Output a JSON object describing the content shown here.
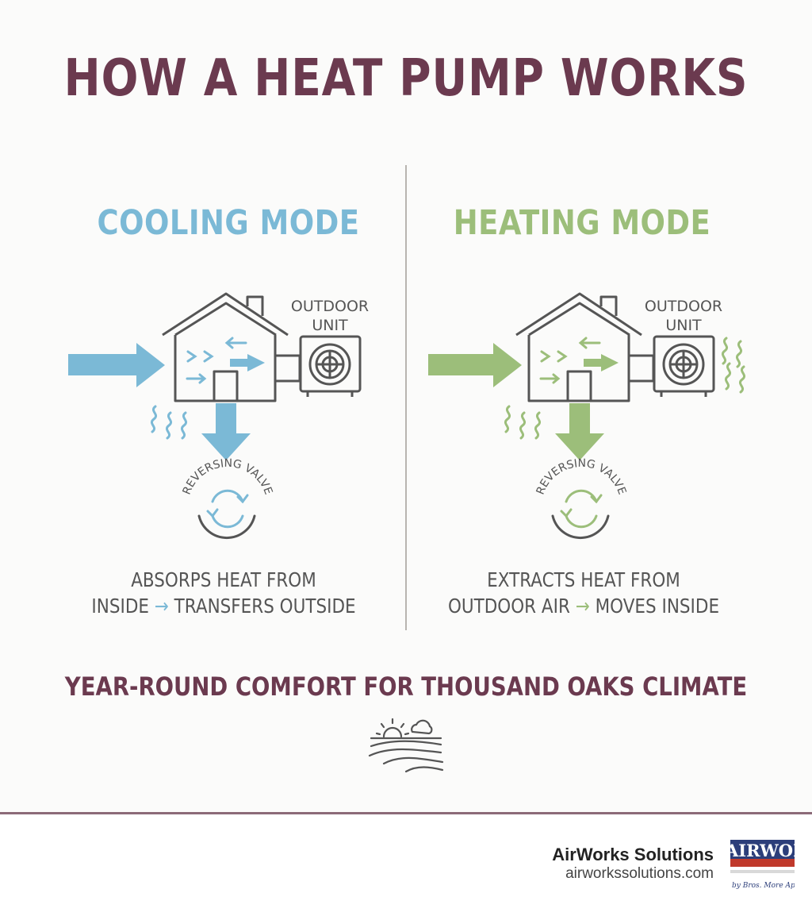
{
  "title": "HOW A HEAT PUMP WORKS",
  "cooling": {
    "heading": "COOLING MODE",
    "outdoor_unit_line1": "OUTDOOR",
    "outdoor_unit_line2": "UNIT",
    "valve_label": "REVERSING VALVE",
    "caption_line1": "ABSORPS HEAT FROM",
    "caption_part_a": "INSIDE",
    "caption_arrow": "→",
    "caption_part_b": "TRANSFERS OUTSIDE",
    "color": "#7bb9d6"
  },
  "heating": {
    "heading": "HEATING MODE",
    "outdoor_unit_line1": "OUTDOOR",
    "outdoor_unit_line2": "UNIT",
    "valve_label": "REVERSING VALVE",
    "caption_line1": "EXTRACTS HEAT FROM",
    "caption_part_a": "OUTDOOR AIR",
    "caption_arrow": "→",
    "caption_part_b": "MOVES INSIDE",
    "color": "#9cbe7a"
  },
  "subtitle": "YEAR-ROUND COMFORT FOR THOUSAND OAKS CLIMATE",
  "footer": {
    "brand_name": "AirWorks Solutions",
    "brand_url": "airworkssolutions.com",
    "logo_text": "AIRWORKS",
    "logo_tagline": "by Bros. More Appl"
  },
  "colors": {
    "title": "#6b3a4f",
    "cool": "#7bb9d6",
    "heat": "#9cbe7a",
    "line": "#555555"
  }
}
